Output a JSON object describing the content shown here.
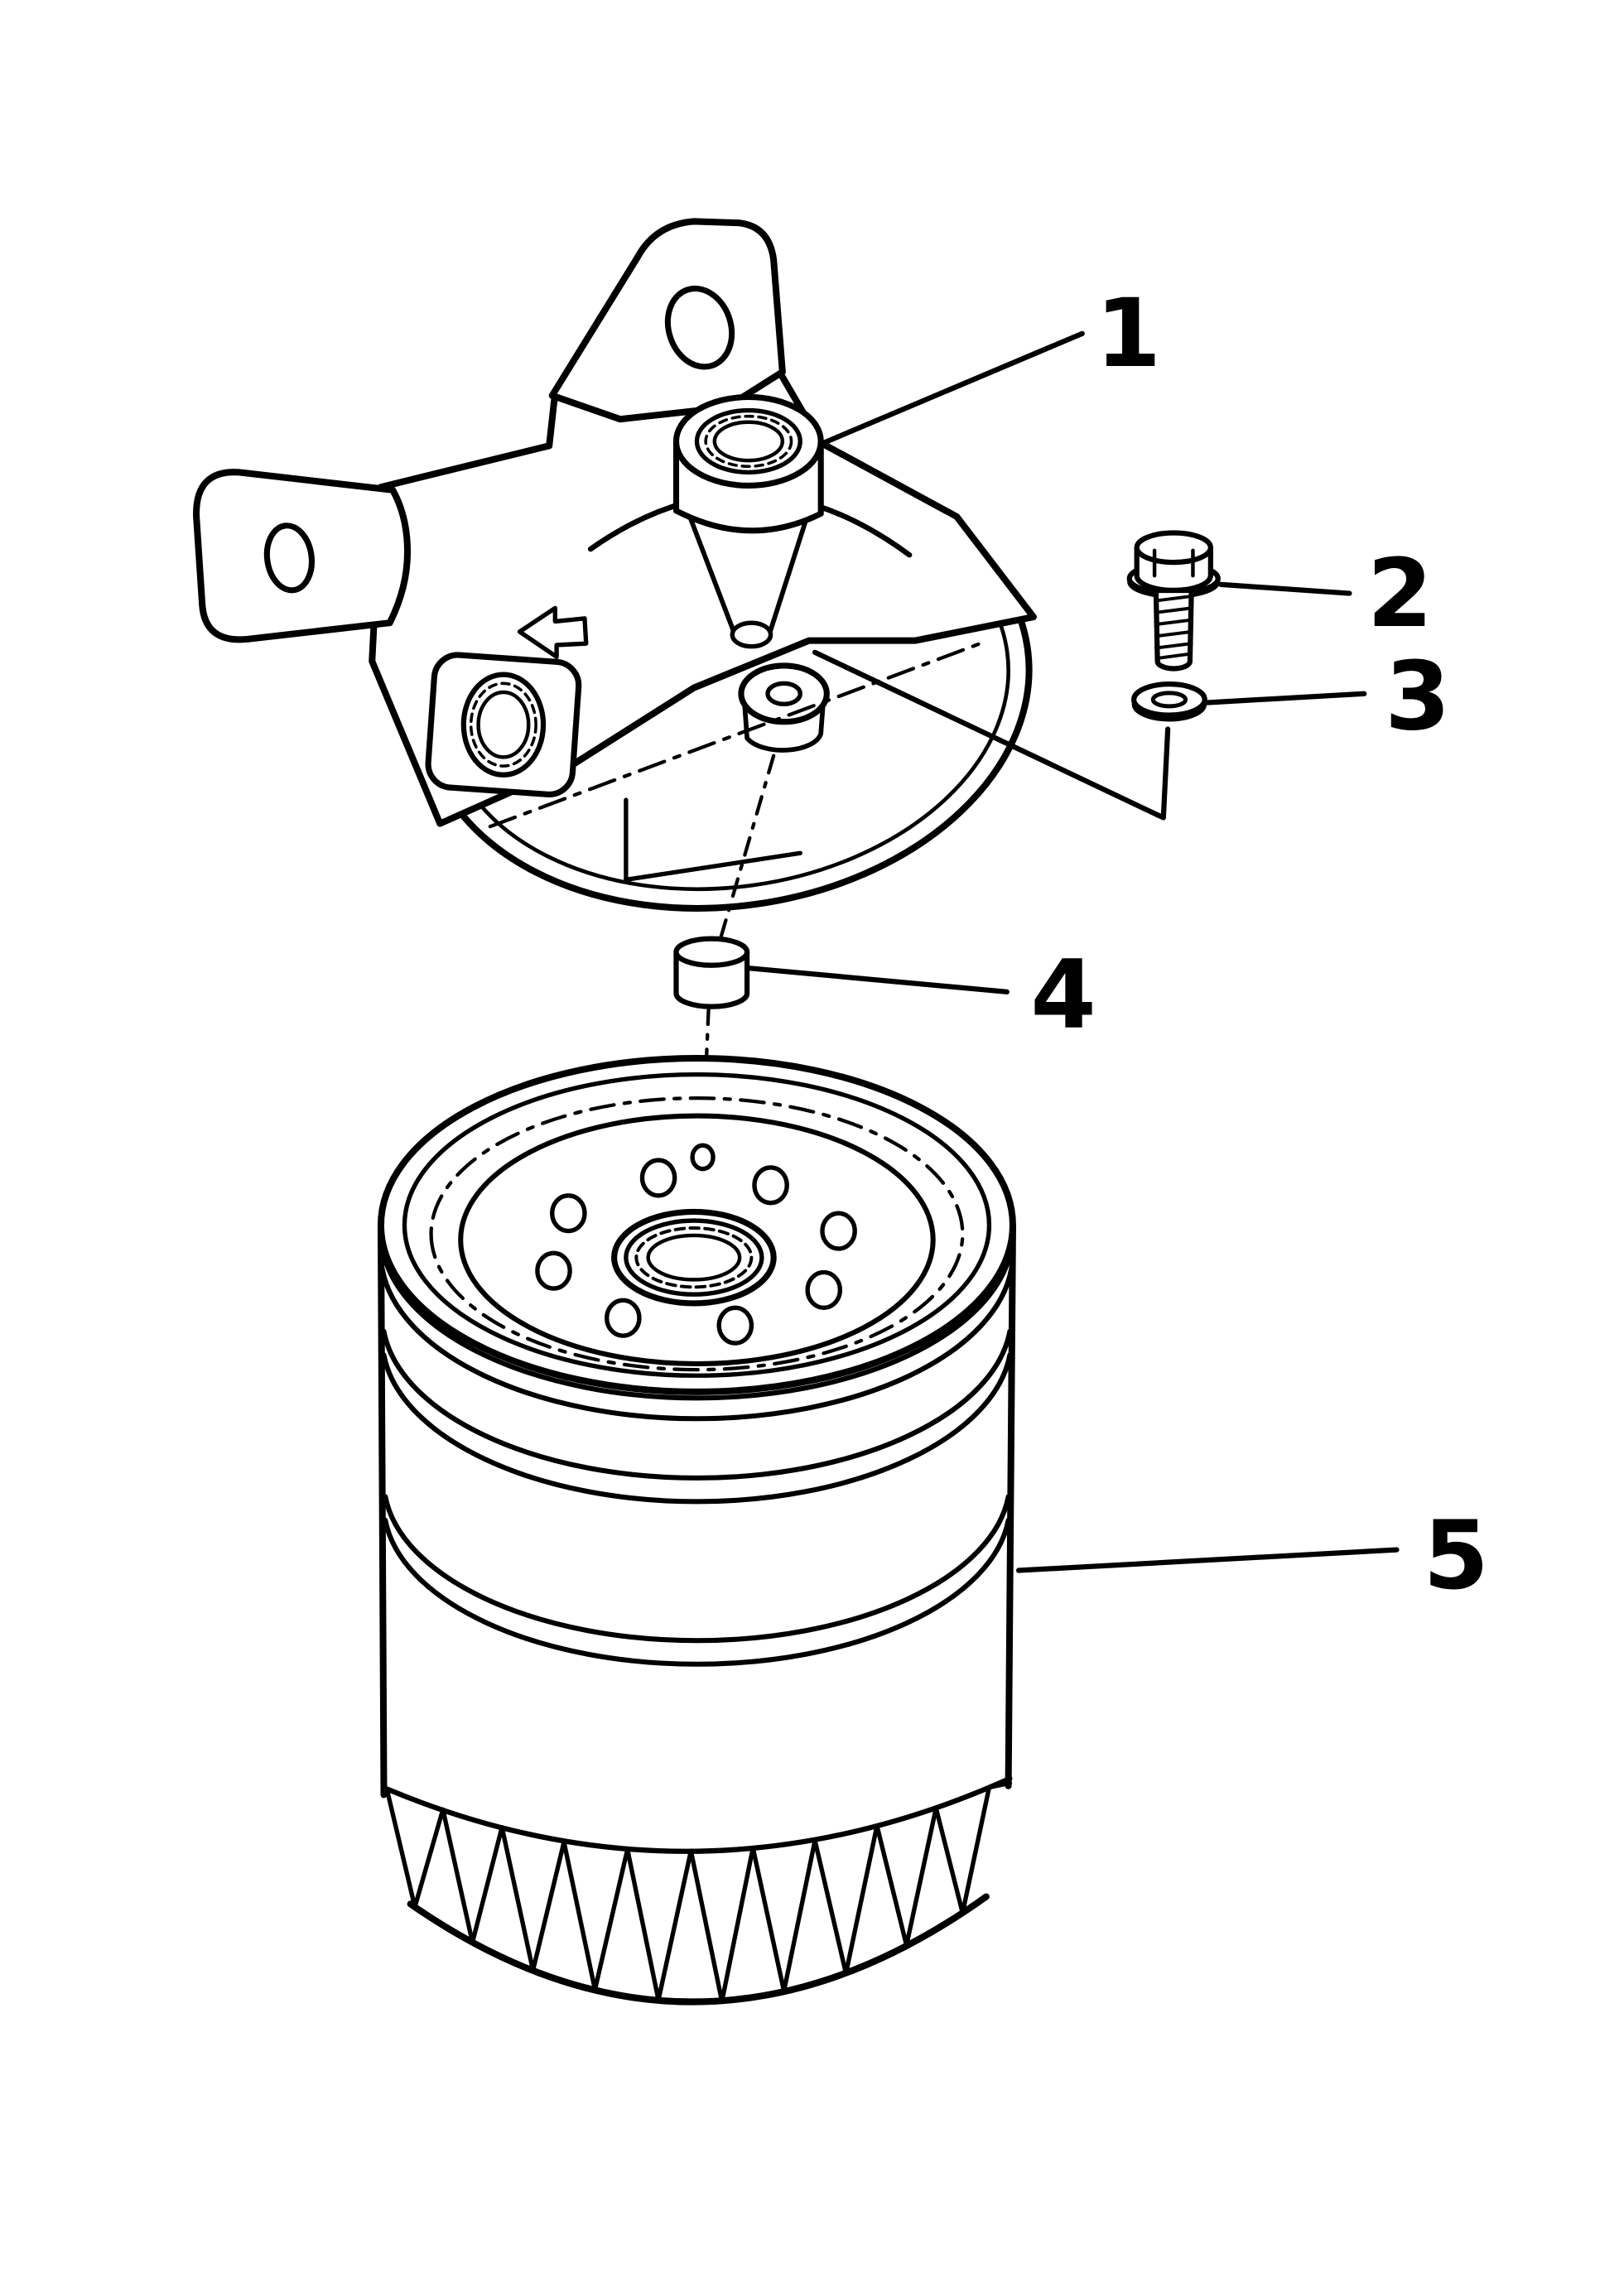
{
  "diagram": {
    "ink": "#000000",
    "background": "#ffffff",
    "callouts": [
      {
        "label": "1"
      },
      {
        "label": "2"
      },
      {
        "label": "3"
      },
      {
        "label": "4"
      },
      {
        "label": "5"
      }
    ]
  }
}
